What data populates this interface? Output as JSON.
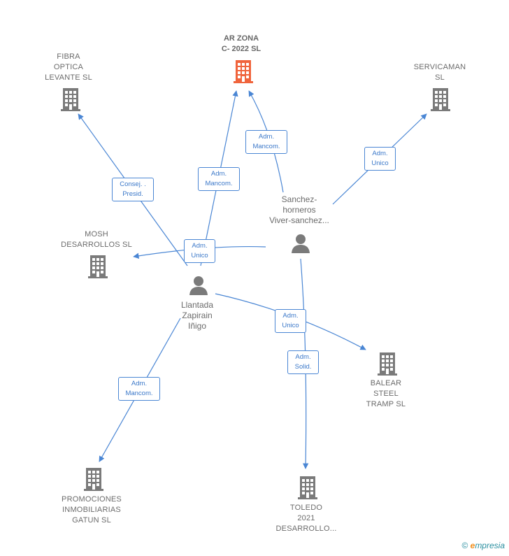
{
  "nodes": {
    "ar_zona": "AR ZONA\nC- 2022  SL",
    "fibra": "FIBRA\nOPTICA\nLEVANTE  SL",
    "servicaman": "SERVICAMAN\nSL",
    "mosh": "MOSH\nDESARROLLOS SL",
    "balear": "BALEAR\nSTEEL\nTRAMP SL",
    "promociones": "PROMOCIONES\nINMOBILIARIAS\nGATUN  SL",
    "toledo": "TOLEDO\n2021\nDESARROLLO...",
    "sanchez": "Sanchez-\nhorneros\nViver-sanchez...",
    "llantada": "Llantada\nZapirain\nIñigo"
  },
  "edge_labels": {
    "llantada_fibra": "Consej. .\nPresid.",
    "llantada_arzona": "Adm.\nMancom.",
    "sanchez_arzona": "Adm.\nMancom.",
    "sanchez_servicaman": "Adm.\nUnico",
    "sanchez_mosh": "Adm.\nUnico",
    "llantada_balear": "Adm.\nUnico",
    "sanchez_toledo": "Adm.\nSolid.",
    "llantada_promociones": "Adm.\nMancom."
  },
  "colors": {
    "edge": "#4a86d4",
    "building": "#7a7a7a",
    "building_highlight": "#f0643c",
    "person": "#7a7a7a"
  },
  "footer": {
    "copyright": "©",
    "brand_e": "e",
    "brand_rest": "mpresia"
  }
}
